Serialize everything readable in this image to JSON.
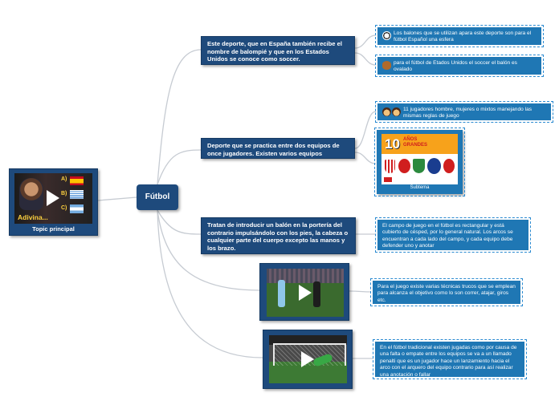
{
  "central_topic": {
    "label": "Fútbol"
  },
  "topic_card": {
    "caption": "Topic principal",
    "video_title": "Adivina...",
    "options": [
      "A)",
      "B)",
      "C)"
    ]
  },
  "branches": [
    {
      "text": "Este deporte, que en España también recibe el nombre de balompié y que en los Estados Unidos se conoce como soccer.",
      "notes": [
        {
          "icon": "soccer-ball-icon",
          "text": "Los balones que se utilizan apara este deporte son para el fútbol Español una esfera"
        },
        {
          "icon": "american-football-icon",
          "text": "para el fútbol de Etados Unidos el soccer el balón es ovalado"
        }
      ]
    },
    {
      "text": "Deporte que se practica entre dos equipos de once jugadores. Existen varios equipos",
      "notes": [
        {
          "icon": "players-icon",
          "text": "11 jugadores hombre, mujeres o mixtos manejando las mismas reglas de juego"
        }
      ],
      "image": {
        "caption": "Subtema",
        "badge_number": "10",
        "badge_title": "AÑOS",
        "badge_subtitle": "GRANDES"
      }
    },
    {
      "text": "Tratan de introducir un balón en la portería del contrario impulsándolo con los pies, la cabeza o cualquier parte del cuerpo excepto las manos y los brazo.",
      "notes": [
        {
          "text": "El campo de juego en el fútbol es rectangular y está cubierto de césped, por lo general natural. Los arcos se encuentran a cada lado del campo, y cada equipo debe defender uno y anotar"
        }
      ]
    },
    {
      "video": "match-video",
      "notes": [
        {
          "text": "Para el juego existe varias técnicas trucos que se emplean para alcanza el objetivo como lo son correr, atajar, giros etc."
        }
      ]
    },
    {
      "video": "penalty-video",
      "notes": [
        {
          "text": "En el fútbol tradicional existen jugadas como por causa de una falta o empate entre los equipos se va a un llamado penalti que es un jugador hace un lanzamiento hacia el arco con el arquero del equipo contrario para así realizar una anotación o fallar"
        }
      ]
    }
  ],
  "colors": {
    "node": "#1e4a7c",
    "note": "#1f77b4",
    "connector": "#c9cdd3"
  }
}
